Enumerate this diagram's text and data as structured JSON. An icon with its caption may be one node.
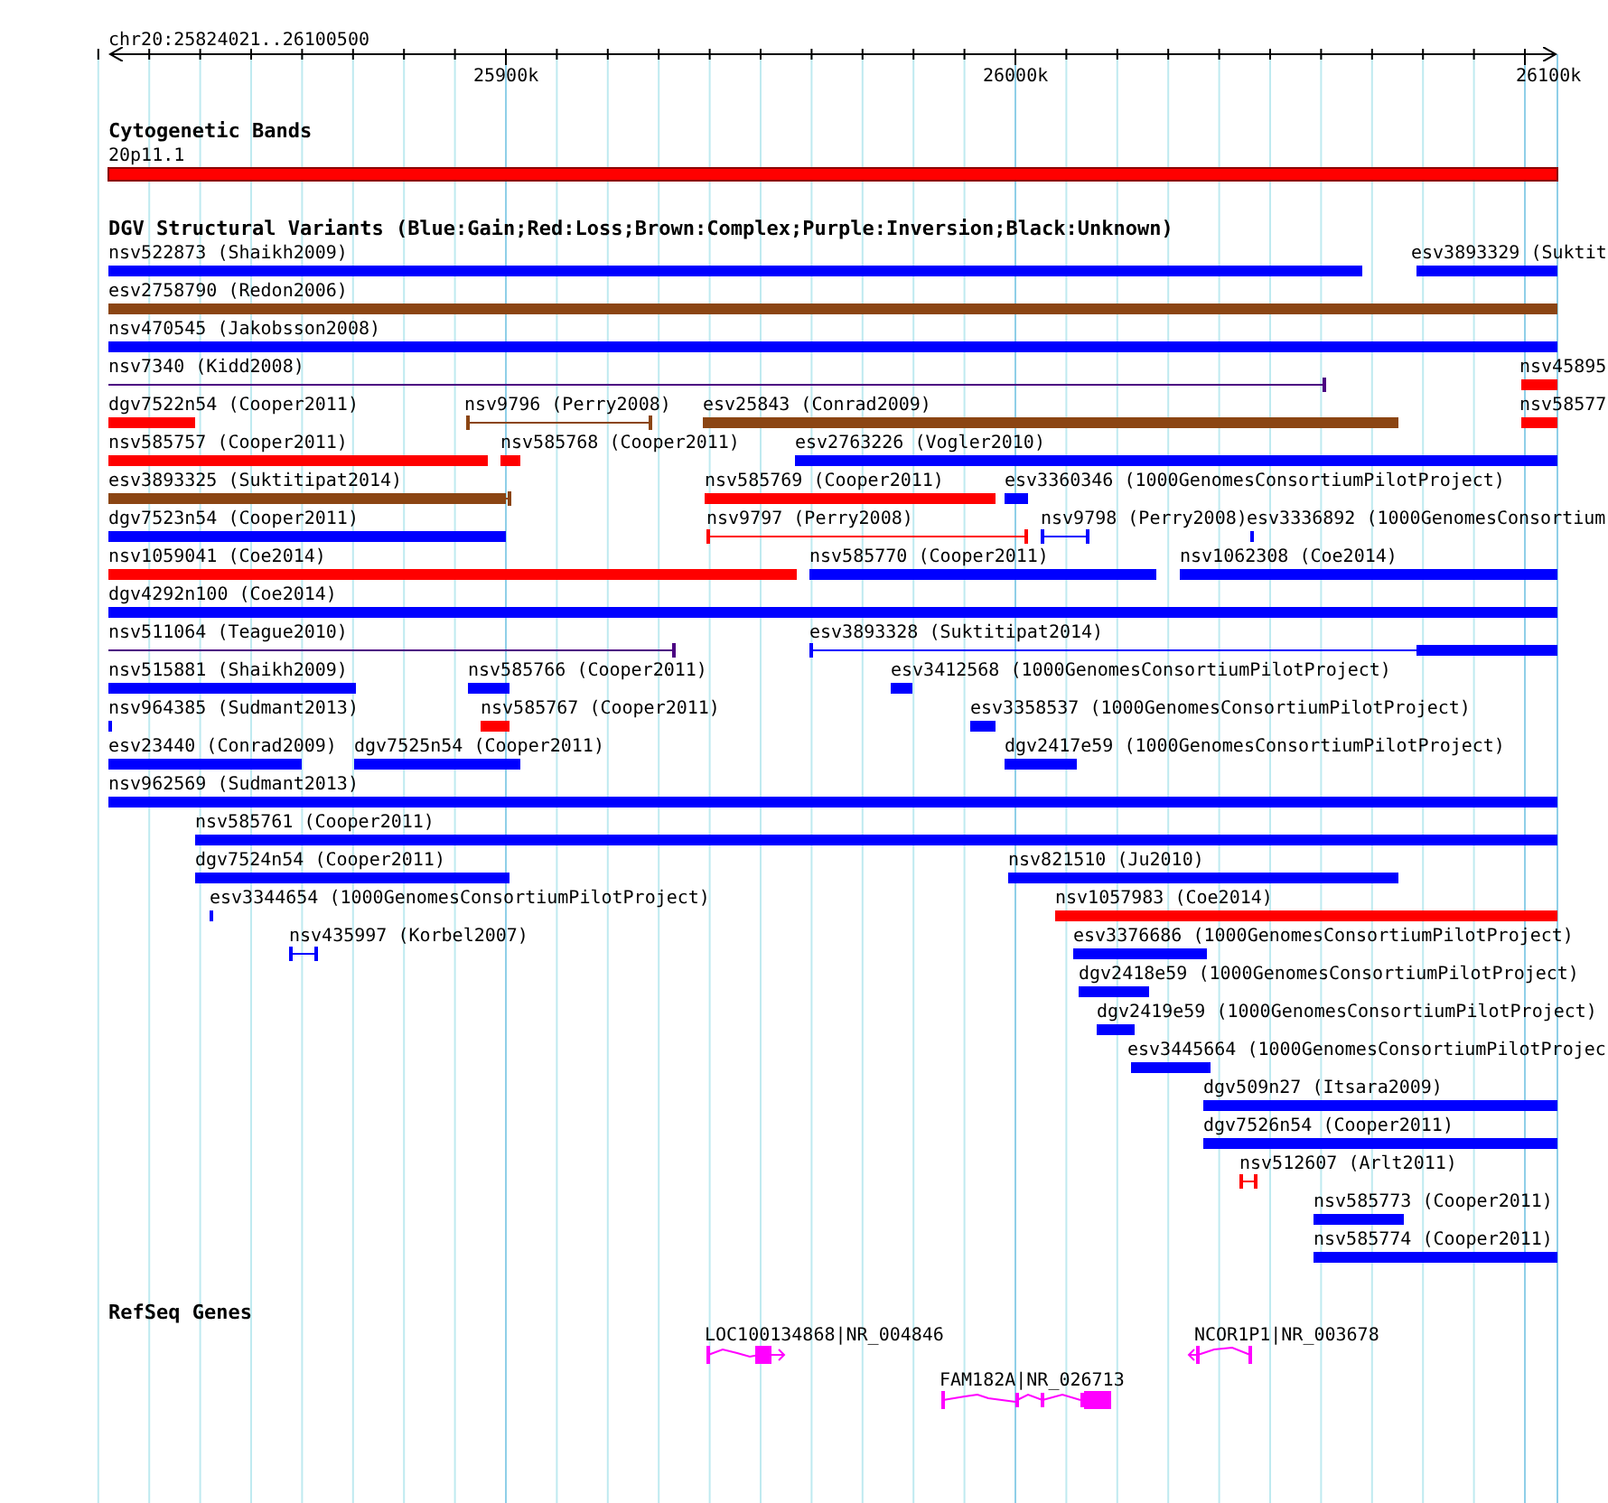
{
  "diagram": {
    "labels": [
      "chr20:25824021..26100500",
      "25900k",
      "26000k",
      "26100k",
      "Cytogenetic Bands",
      "20p11.1",
      "DGV Structural Variants (Blue:Gain;Red:Loss;Brown:Complex;Purple:Inversion;Black:Unknown)",
      "nsv522873 (Shaikh2009)",
      "esv3893329 (Suktit",
      "esv2758790 (Redon2006)",
      "nsv470545 (Jakobsson2008)",
      "nsv7340 (Kidd2008)",
      "nsv45895",
      "dgv7522n54 (Cooper2011)",
      "nsv9796 (Perry2008)",
      "esv25843 (Conrad2009)",
      "nsv58577",
      "nsv585757 (Cooper2011)",
      "nsv585768 (Cooper2011)",
      "esv2763226 (Vogler2010)",
      "esv3893325 (Suktitipat2014)",
      "nsv585769 (Cooper2011)",
      "esv3360346 (1000GenomesConsortiumPilotProject)",
      "dgv7523n54 (Cooper2011)",
      "nsv9797 (Perry2008)",
      "nsv9798 (Perry2008)",
      "esv3336892 (1000GenomesConsortium",
      "nsv1059041 (Coe2014)",
      "nsv585770 (Cooper2011)",
      "nsv1062308 (Coe2014)",
      "dgv4292n100 (Coe2014)",
      "nsv511064 (Teague2010)",
      "esv3893328 (Suktitipat2014)",
      "nsv515881 (Shaikh2009)",
      "nsv585766 (Cooper2011)",
      "esv3412568 (1000GenomesConsortiumPilotProject)",
      "nsv964385 (Sudmant2013)",
      "nsv585767 (Cooper2011)",
      "esv3358537 (1000GenomesConsortiumPilotProject)",
      "esv23440 (Conrad2009)",
      "dgv7525n54 (Cooper2011)",
      "dgv2417e59 (1000GenomesConsortiumPilotProject)",
      "nsv962569 (Sudmant2013)",
      "nsv585761 (Cooper2011)",
      "dgv7524n54 (Cooper2011)",
      "nsv821510 (Ju2010)",
      "esv3344654 (1000GenomesConsortiumPilotProject)",
      "nsv1057983 (Coe2014)",
      "nsv435997 (Korbel2007)",
      "esv3376686 (1000GenomesConsortiumPilotProject)",
      "dgv2418e59 (1000GenomesConsortiumPilotProject)",
      "dgv2419e59 (1000GenomesConsortiumPilotProject)",
      "esv3445664 (1000GenomesConsortiumPilotProjec",
      "dgv509n27 (Itsara2009)",
      "dgv7526n54 (Cooper2011)",
      "nsv512607 (Arlt2011)",
      "nsv585773 (Cooper2011)",
      "nsv585774 (Cooper2011)",
      "RefSeq Genes",
      "LOC100134868|NR_004846",
      "NCOR1P1|NR_003678",
      "FAM182A|NR_026713"
    ]
  }
}
